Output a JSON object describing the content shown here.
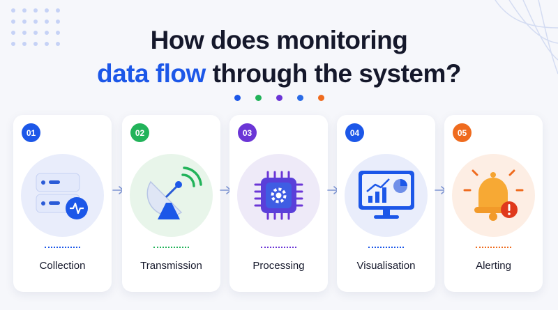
{
  "title": {
    "line1": "How does monitoring",
    "highlight": "data flow",
    "line2_rest": " through the system?"
  },
  "palette": [
    "#1c57e8",
    "#22b35a",
    "#6b35d6",
    "#2a6be6",
    "#ef6b1e"
  ],
  "steps": [
    {
      "number": "01",
      "label": "Collection",
      "color": "#1c57e8",
      "bg": "#e9edfb",
      "icon": "server-pulse-icon"
    },
    {
      "number": "02",
      "label": "Transmission",
      "color": "#22b35a",
      "bg": "#e8f5ea",
      "icon": "satellite-dish-icon"
    },
    {
      "number": "03",
      "label": "Processing",
      "color": "#6b35d6",
      "bg": "#eeeaf8",
      "icon": "processor-chip-icon"
    },
    {
      "number": "04",
      "label": "Visualisation",
      "color": "#1c57e8",
      "bg": "#e9edfb",
      "icon": "dashboard-monitor-icon"
    },
    {
      "number": "05",
      "label": "Alerting",
      "color": "#ef6b1e",
      "bg": "#fdeee4",
      "icon": "alert-bell-icon"
    }
  ]
}
